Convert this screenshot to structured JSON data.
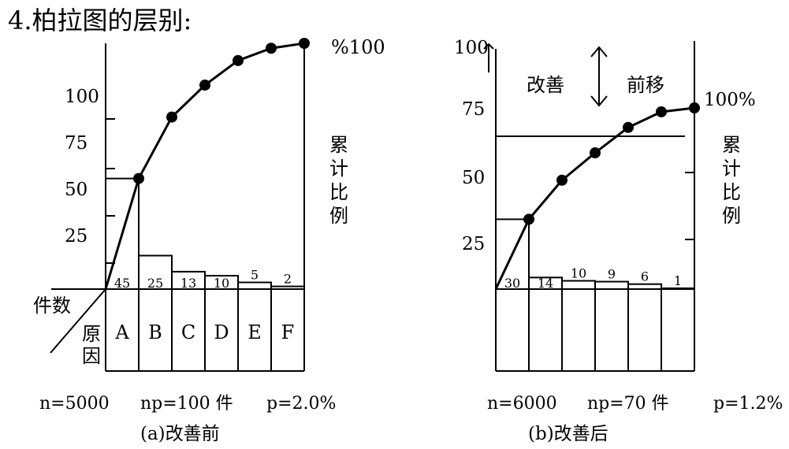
{
  "title": "4.柏拉图的层别:",
  "chart_data": [
    {
      "type": "bar",
      "caption": "(a)改善前",
      "categories": [
        "A",
        "B",
        "C",
        "D",
        "E",
        "F"
      ],
      "values": [
        45,
        25,
        13,
        10,
        5,
        2
      ],
      "cumulative_percent": [
        45,
        70,
        83,
        93,
        98,
        100
      ],
      "yticks": [
        "100",
        "75",
        "50",
        "25"
      ],
      "xlabel_left": "件数",
      "row_label": "原因",
      "right_label": "累计比例",
      "top_right_label": "%100",
      "stats": {
        "n": "n=5000",
        "np": "np=100 件",
        "p": "p=2.0%"
      }
    },
    {
      "type": "bar",
      "caption": "(b)改善后",
      "categories": [
        "",
        "",
        "",
        "",
        "",
        ""
      ],
      "values": [
        30,
        14,
        10,
        9,
        6,
        1
      ],
      "cumulative_percent": [
        43,
        63,
        77,
        90,
        98,
        100
      ],
      "yticks": [
        "100",
        "75",
        "50",
        "25"
      ],
      "right_label": "累计比例",
      "top_right_label": "100%",
      "annotation": {
        "left": "改善",
        "right": "前移"
      },
      "stats": {
        "n": "n=6000",
        "np": "np=70 件",
        "p": "p=1.2%"
      }
    }
  ]
}
